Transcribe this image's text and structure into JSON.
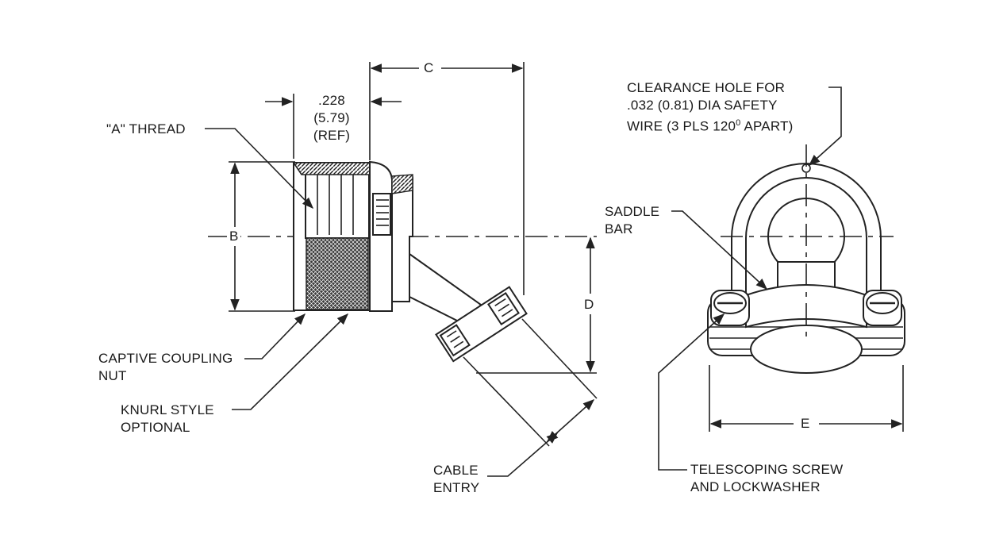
{
  "labels": {
    "a_thread": "\"A\" THREAD",
    "ref_228": ".228",
    "ref_579": "(5.79)",
    "ref_ref": "(REF)",
    "captive_1": "CAPTIVE COUPLING",
    "captive_2": "NUT",
    "knurl_1": "KNURL STYLE",
    "knurl_2": "OPTIONAL",
    "cable_1": "CABLE",
    "cable_2": "ENTRY",
    "clearance_1": "CLEARANCE HOLE FOR",
    "clearance_2": ".032 (0.81) DIA SAFETY",
    "clearance_3_pre": "WIRE (3 PLS 120",
    "clearance_3_sup": "0",
    "clearance_3_post": " APART)",
    "saddle_1": "SADDLE",
    "saddle_2": "BAR",
    "telescoping_1": "TELESCOPING SCREW",
    "telescoping_2": "AND LOCKWASHER"
  },
  "dimensions": {
    "a": "A",
    "b": "B",
    "c": "C",
    "d": "D",
    "e": "E"
  }
}
